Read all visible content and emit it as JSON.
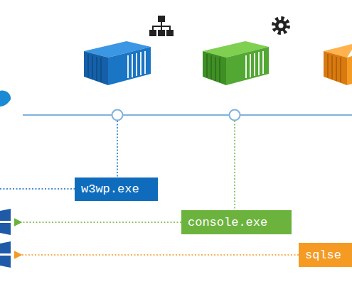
{
  "diagram": {
    "nodes": [
      {
        "text": [
          "w3wp.exe"
        ]
      },
      {
        "text": [
          "console.exe"
        ]
      },
      {
        "text": [
          "sqlse"
        ]
      }
    ]
  }
}
